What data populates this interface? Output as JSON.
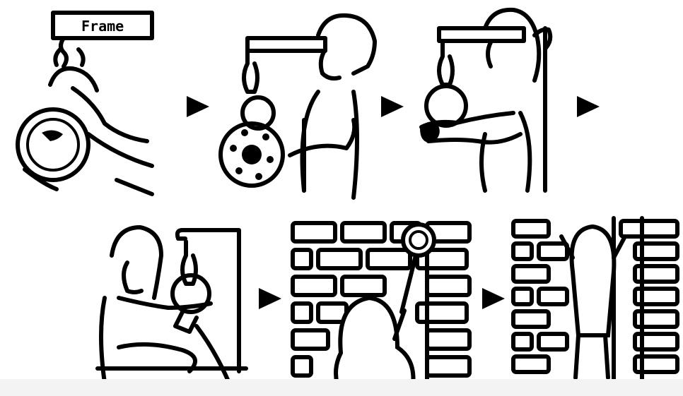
{
  "figure": {
    "frame_label": "Frame",
    "steps": [
      {
        "id": 1,
        "description_icon": "scale-hook-on-frame"
      },
      {
        "id": 2,
        "description_icon": "hanging-round-dial-scale"
      },
      {
        "id": 3,
        "description_icon": "hands-on-hanging-scale"
      },
      {
        "id": 4,
        "description_icon": "person-pulling-scale-down"
      },
      {
        "id": 5,
        "description_icon": "person-facing-brick-wall-with-scale"
      },
      {
        "id": 6,
        "description_icon": "person-climbing-brick-wall"
      }
    ],
    "arrow_icon": "right-triangle-arrow"
  },
  "colors": {
    "ink": "#000000",
    "background": "#ffffff",
    "strip": "#f2f3f2"
  }
}
